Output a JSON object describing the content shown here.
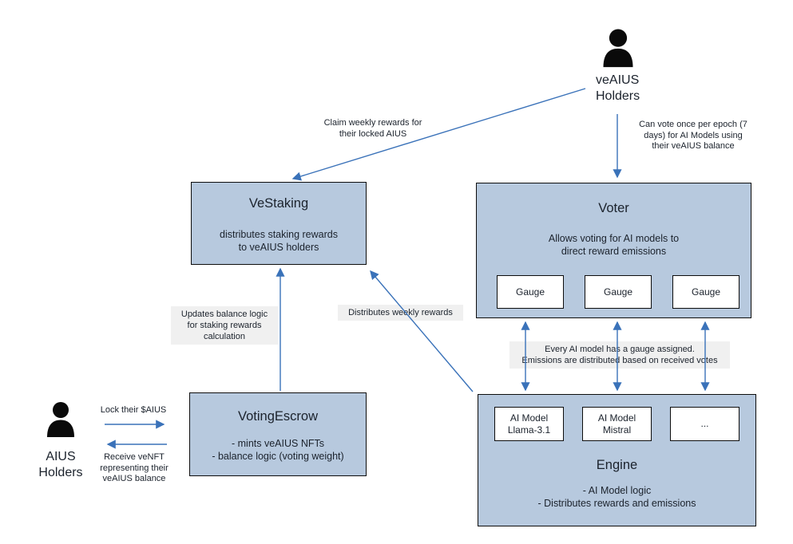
{
  "colors": {
    "box_fill": "#b7c9de",
    "box_border": "#0d0d0d",
    "inner_fill": "#ffffff",
    "arrow": "#3a72b9",
    "note_bg": "#f0f0f0",
    "text": "#1b222c",
    "icon": "#0a0a0a"
  },
  "actors": {
    "veaius_holders": {
      "label": "veAIUS\nHolders"
    },
    "aius_holders": {
      "label": "AIUS\nHolders"
    }
  },
  "boxes": {
    "vestaking": {
      "title": "VeStaking",
      "body": "distributes staking rewards\nto veAIUS holders"
    },
    "voter": {
      "title": "Voter",
      "body": "Allows voting for AI models to\ndirect reward emissions",
      "gauges": [
        "Gauge",
        "Gauge",
        "Gauge"
      ]
    },
    "votingescrow": {
      "title": "VotingEscrow",
      "body": "- mints veAIUS NFTs\n- balance logic (voting weight)"
    },
    "engine": {
      "title": "Engine",
      "body": "- AI Model logic\n- Distributes rewards and emissions",
      "models": [
        "AI Model\nLlama-3.1",
        "AI Model\nMistral",
        "..."
      ]
    }
  },
  "edge_labels": {
    "claim_rewards": "Claim weekly rewards for\ntheir locked AIUS",
    "vote_epoch": "Can vote once per epoch (7\ndays) for AI Models using\ntheir veAIUS balance",
    "updates_balance": "Updates balance logic\nfor staking rewards\ncalculation",
    "distributes_weekly": "Distributes weekly rewards",
    "gauge_note": "Every AI model has a gauge assigned.\nEmissions are distributed based on received votes",
    "lock_aius": "Lock their $AIUS",
    "receive_venft": "Receive veNFT\nrepresenting their\nveAIUS balance"
  }
}
